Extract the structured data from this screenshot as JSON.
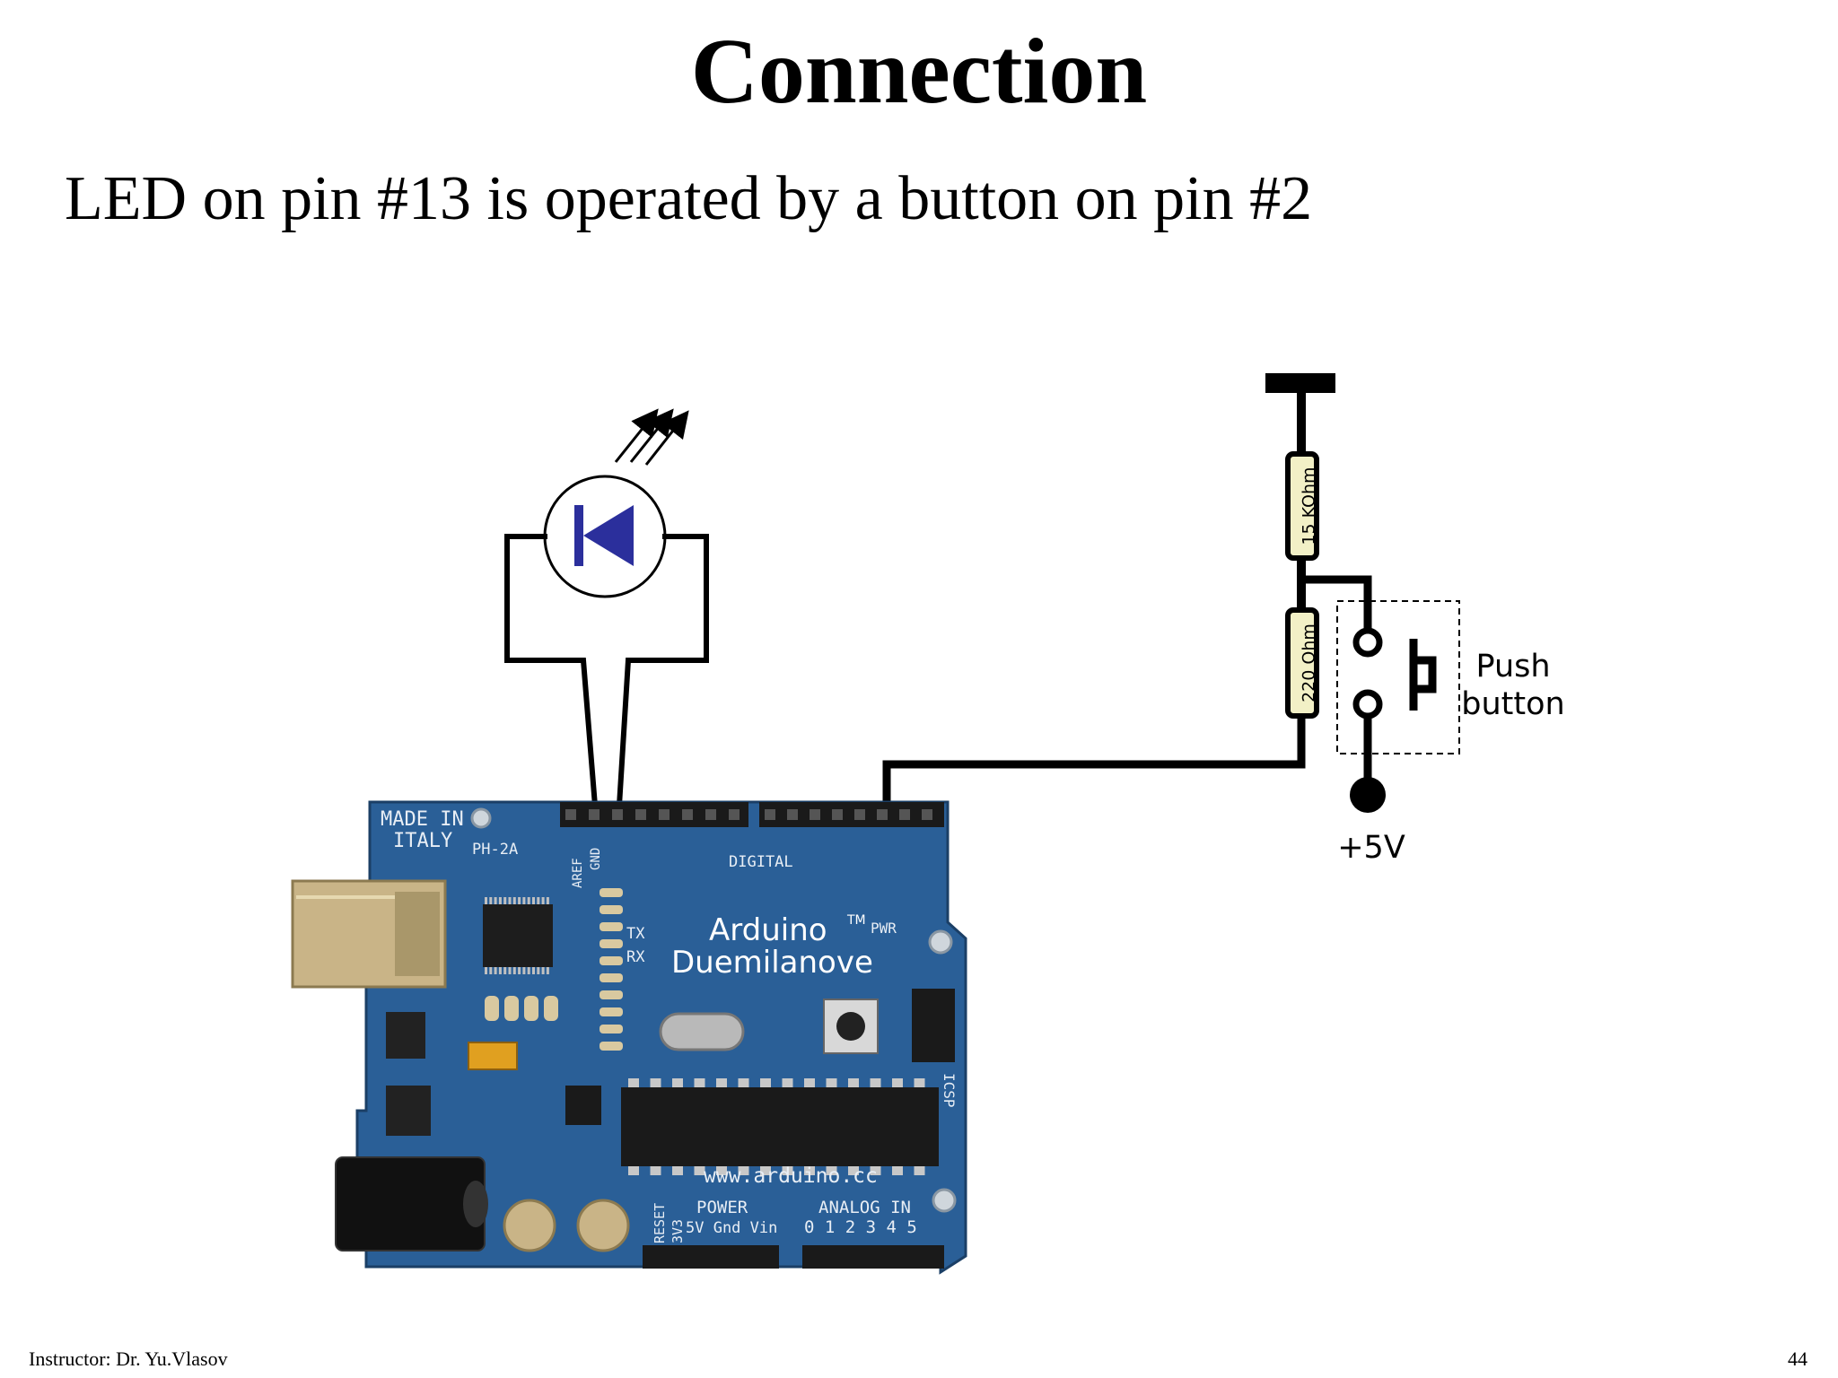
{
  "slide": {
    "title": "Connection",
    "subtitle": "LED on pin #13 is operated by a button on pin #2",
    "footer_left": "Instructor: Dr. Yu.Vlasov",
    "page_number": "44"
  },
  "schematic": {
    "resistor_top_label": "15 KOhm",
    "resistor_bottom_label": "220 Ohm",
    "button_label_line1": "Push",
    "button_label_line2": "button",
    "supply_label": "+5V"
  },
  "board": {
    "made_in_line1": "MADE IN",
    "made_in_line2": "ITALY",
    "model_code": "PH-2A",
    "digital_label": "DIGITAL",
    "brand_line1": "Arduino",
    "brand_line2": "Duemilanove",
    "tm": "TM",
    "website": "www.arduino.cc",
    "power_label": "POWER",
    "power_pins": "5V Gnd Vin",
    "analog_label": "ANALOG IN",
    "analog_pins": "0 1 2 3 4 5",
    "tx_label": "TX",
    "rx_label": "RX",
    "pwr_label": "PWR",
    "icsp_label": "ICSP",
    "reset_label": "RESET",
    "v33_label": "3V3",
    "aref_label": "AREF",
    "gnd_label": "GND"
  },
  "colors": {
    "board_blue": "#2a5f97",
    "led_blue": "#2b2f9c",
    "resistor_fill": "#f2f0c6",
    "usb_metal": "#c9b487"
  }
}
